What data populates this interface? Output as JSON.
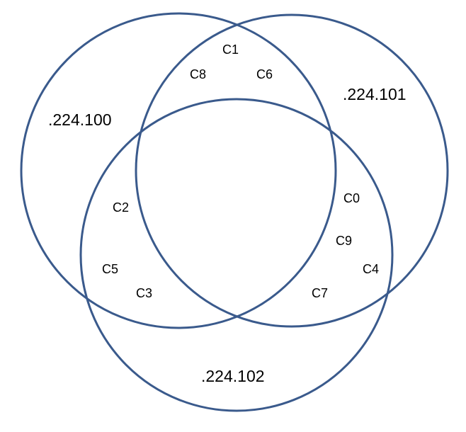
{
  "colors": {
    "circle_stroke": "#3A5A8C",
    "background": "#FFFFFF",
    "text": "#000000"
  },
  "sets": [
    {
      "id": "left",
      "label": ".224.100"
    },
    {
      "id": "right",
      "label": ".224.101"
    },
    {
      "id": "bottom",
      "label": ".224.102"
    }
  ],
  "regions": {
    "left_right": [
      "C1",
      "C8",
      "C6"
    ],
    "left_bottom": [
      "C2",
      "C5",
      "C3"
    ],
    "right_bottom": [
      "C0",
      "C9",
      "C4",
      "C7"
    ]
  }
}
